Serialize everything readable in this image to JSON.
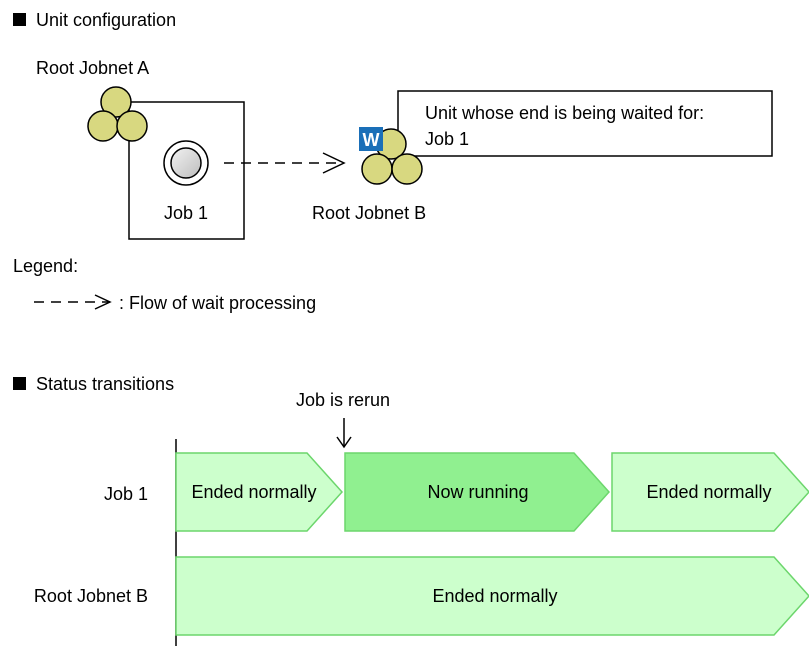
{
  "section_unit_configuration": {
    "heading": "Unit configuration",
    "root_jobnet_a_label": "Root Jobnet A",
    "job_label": "Job 1",
    "root_jobnet_b_label": "Root Jobnet B",
    "wait_badge": "W",
    "callout_line1": "Unit whose end is being waited for:",
    "callout_line2": "Job 1"
  },
  "legend": {
    "title": "Legend:",
    "wait_flow_description": ": Flow of wait processing"
  },
  "section_status_transitions": {
    "heading": "Status transitions",
    "rerun_label": "Job is rerun",
    "rows": [
      {
        "label": "Job 1",
        "states": [
          "Ended normally",
          "Now running",
          "Ended normally"
        ]
      },
      {
        "label": "Root Jobnet B",
        "states": [
          "Ended normally"
        ]
      }
    ]
  },
  "colors": {
    "state_ended_fill": "#ccffcc",
    "state_running_fill": "#90f090",
    "state_border": "#6cd66c",
    "jobnet_circle_fill": "#d8d880",
    "wait_badge_fill": "#1a6fb8",
    "job_icon_fill": "#dddddd"
  }
}
